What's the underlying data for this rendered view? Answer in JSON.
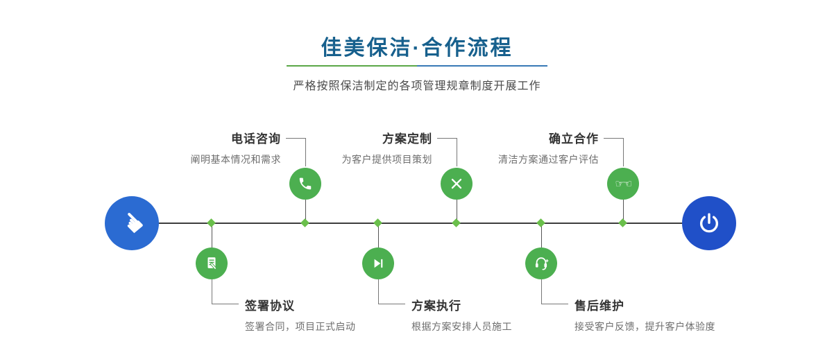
{
  "header": {
    "title": "佳美保洁·合作流程",
    "subtitle": "严格按照保洁制定的各项管理规章制度开展工作"
  },
  "colors": {
    "title_blue": "#17608d",
    "divider_green": "#5aa746",
    "divider_blue": "#3779b6",
    "node_green": "#4caf50",
    "diamond_green": "#6abf4b",
    "start_circle_blue": "#2b6bd2",
    "end_circle_blue": "#2050c8",
    "timeline": "#3c3c3c"
  },
  "flow": {
    "start_icon": "pointing-hand-icon",
    "start_glyph": "☚",
    "end_icon": "power-icon",
    "handshake_glyph": "☞☜",
    "top_steps": [
      {
        "title": "电话咨询",
        "desc": "阐明基本情况和需求",
        "icon": "phone-icon"
      },
      {
        "title": "方案定制",
        "desc": "为客户提供项目策划",
        "icon": "design-tools-icon"
      },
      {
        "title": "确立合作",
        "desc": "清洁方案通过客户评估",
        "icon": "handshake-icon"
      }
    ],
    "bottom_steps": [
      {
        "title": "签署协议",
        "desc": "签署合同，项目正式启动",
        "icon": "contract-icon"
      },
      {
        "title": "方案执行",
        "desc": "根据方案安排人员施工",
        "icon": "play-icon"
      },
      {
        "title": "售后维护",
        "desc": "接受客户反馈，提升客户体验度",
        "icon": "headset-icon"
      }
    ]
  }
}
